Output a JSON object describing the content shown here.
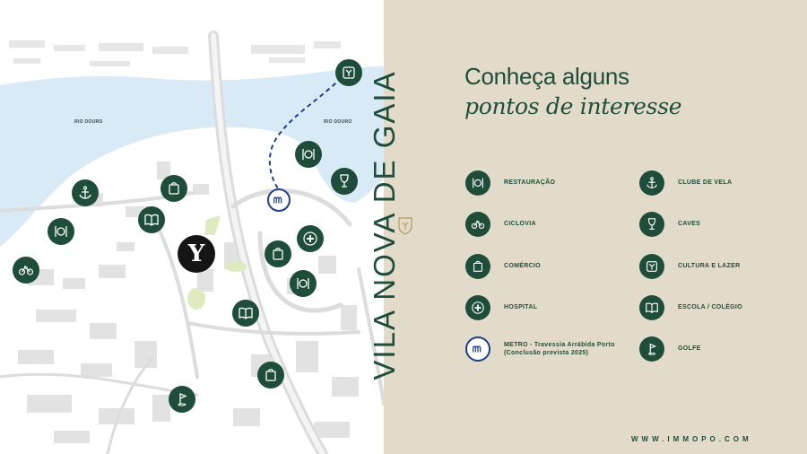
{
  "map": {
    "river_labels": [
      "RIO DOURO",
      "RIO DOURO"
    ],
    "logo_letter": "Y",
    "colors": {
      "river": "#d9eaf7",
      "pin": "#1f4d3b",
      "metro": "#1e3f8a"
    }
  },
  "panel": {
    "vertical_title": "VILA NOVA DE GAIA",
    "heading_line1": "Conheça alguns",
    "heading_line2": "pontos de interesse",
    "legend": [
      {
        "icon": "plate-cutlery-icon",
        "label": "RESTAURAÇÃO"
      },
      {
        "icon": "bicycle-icon",
        "label": "CICLOVIA"
      },
      {
        "icon": "shopping-bag-icon",
        "label": "COMÉRCIO"
      },
      {
        "icon": "medical-cross-icon",
        "label": "HOSPITAL"
      },
      {
        "icon": "metro-icon",
        "label": "METRO - Travessia Arrábida Porto",
        "label2": "(Conclusão prevista 2025)"
      },
      {
        "icon": "anchor-icon",
        "label": "CLUBE DE VELA"
      },
      {
        "icon": "wine-glass-icon",
        "label": "CAVES"
      },
      {
        "icon": "museum-icon",
        "label": "CULTURA E LAZER"
      },
      {
        "icon": "book-icon",
        "label": "ESCOLA / COLÉGIO"
      },
      {
        "icon": "golf-flag-icon",
        "label": "GOLFE"
      }
    ],
    "website": "WWW.IMMOPO.COM",
    "colors": {
      "background": "#e3dbc9",
      "text": "#1f4d3b"
    }
  }
}
